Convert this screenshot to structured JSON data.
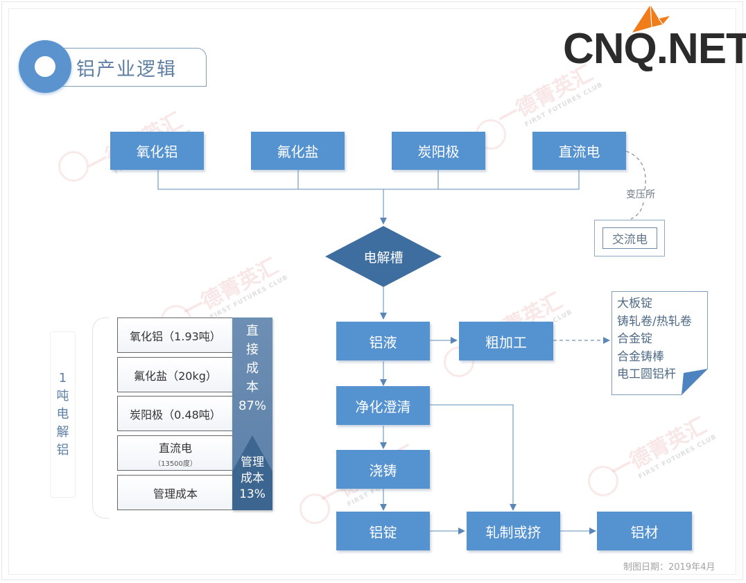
{
  "title": "铝产业逻辑",
  "logo": {
    "text": "CNQ.NET",
    "accent_color": "#f07d1a"
  },
  "watermark": {
    "text": "一德菁英汇",
    "sub": "FIRST FUTURES CLUB"
  },
  "inputs": [
    "氧化铝",
    "氟化盐",
    "炭阳极",
    "直流电"
  ],
  "transformer_label": "变压所",
  "ac_power": "交流电",
  "electrolytic_cell": "电解槽",
  "flow": {
    "liquid_aluminum": "铝液",
    "rough_processing": "粗加工",
    "purification": "净化澄清",
    "casting": "浇铸",
    "ingot": "铝锭",
    "rolling_extrusion": "轧制或挤",
    "aluminum_material": "铝材"
  },
  "rough_products": [
    "大板锭",
    "铸轧卷/热轧卷",
    "合金锭",
    "合金铸棒",
    "电工圆铝杆"
  ],
  "cost_panel": {
    "side_label": [
      "1",
      "吨",
      "电",
      "解",
      "铝"
    ],
    "rows": [
      {
        "label": "氧化铝（1.93吨）",
        "sub": ""
      },
      {
        "label": "氟化盐（20kg）",
        "sub": ""
      },
      {
        "label": "炭阳极（0.48吨）",
        "sub": ""
      },
      {
        "label": "直流电",
        "sub": "（13500度）"
      },
      {
        "label": "管理成本",
        "sub": ""
      }
    ],
    "direct_cost": {
      "lines": [
        "直",
        "接",
        "成",
        "本",
        "87%"
      ],
      "share_pct": 87
    },
    "management_cost": {
      "lines": [
        "管理",
        "成本",
        "13%"
      ],
      "share_pct": 13
    }
  },
  "footer_date": "制图日期：2019年4月",
  "colors": {
    "box_blue": "#5592d0",
    "diamond_blue": "#3e6e9f",
    "line_blue": "#6f95bd",
    "ring_blue": "#5b93cf"
  }
}
